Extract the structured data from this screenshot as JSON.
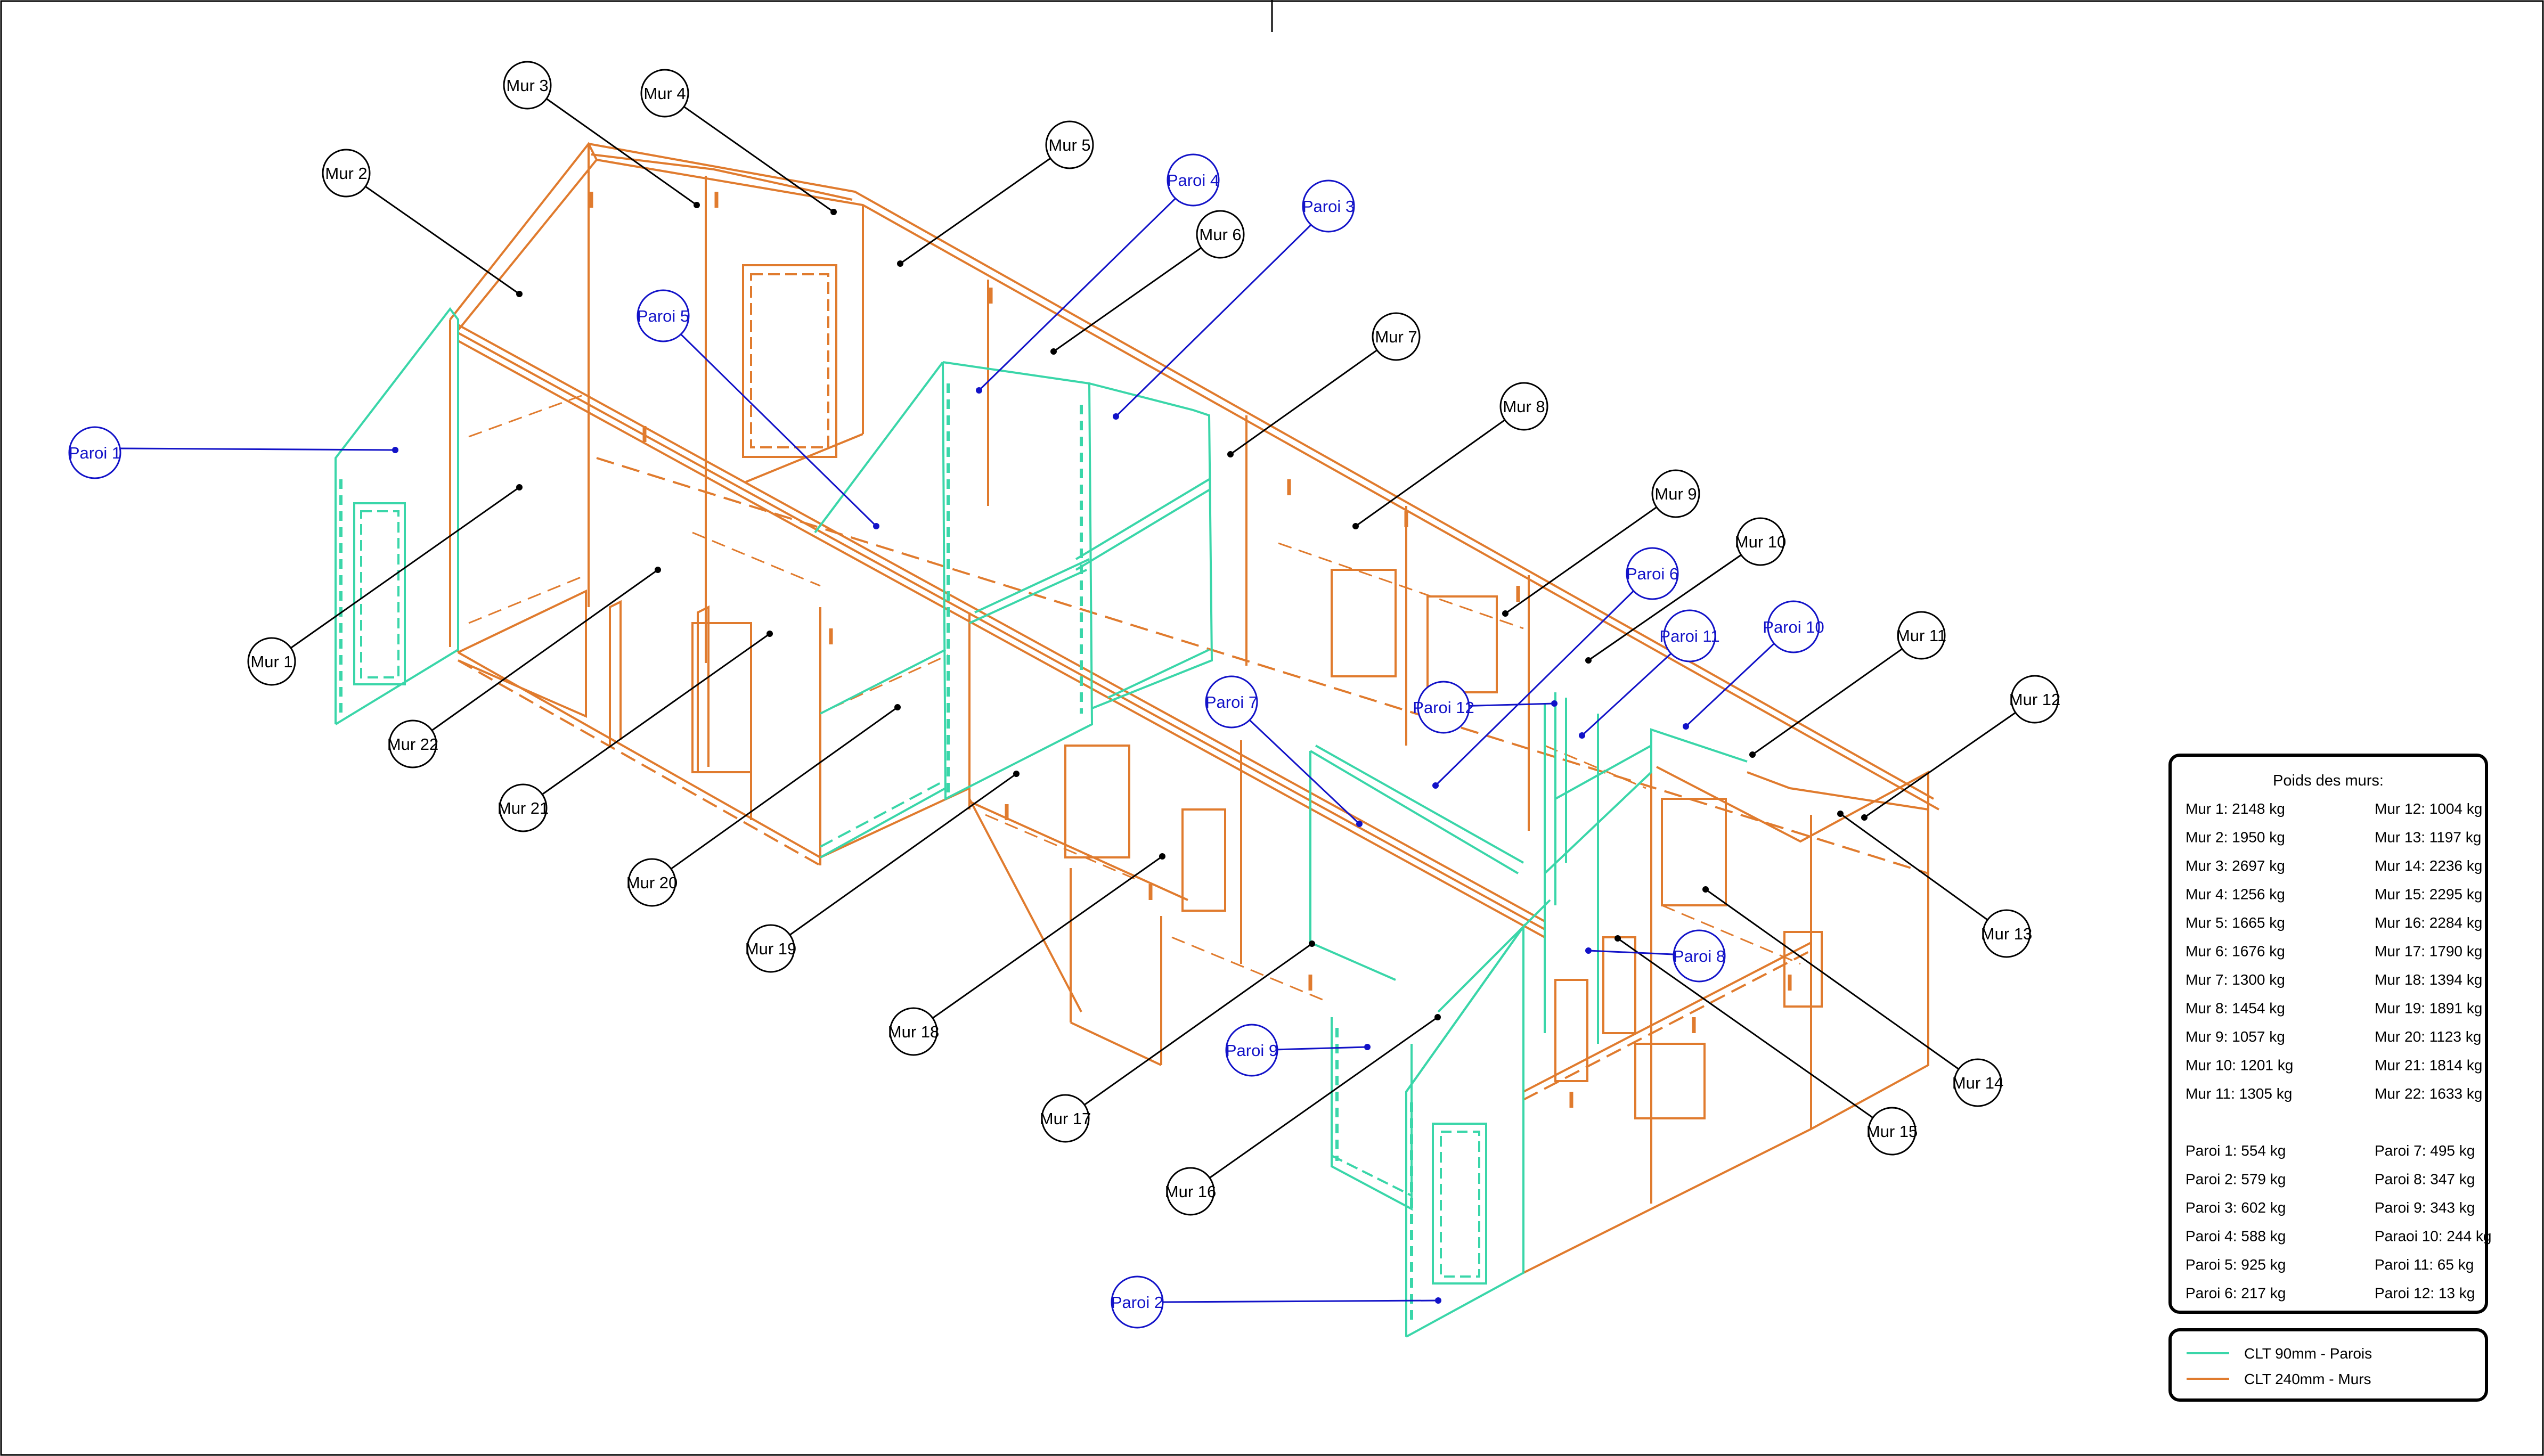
{
  "colors": {
    "wall": "#e07b2e",
    "partition": "#3ad6a9",
    "leader_wall": "#000000",
    "leader_partition": "#1212c8",
    "background": "#ffffff"
  },
  "callouts_walls": [
    "Mur 1",
    "Mur 2",
    "Mur 3",
    "Mur 4",
    "Mur 5",
    "Mur 6",
    "Mur 7",
    "Mur 8",
    "Mur 9",
    "Mur 10",
    "Mur 11",
    "Mur 12",
    "Mur 13",
    "Mur 14",
    "Mur 15",
    "Mur 16",
    "Mur 17",
    "Mur 18",
    "Mur 19",
    "Mur 20",
    "Mur 21",
    "Mur 22"
  ],
  "callouts_partitions": [
    "Paroi 1",
    "Paroi 2",
    "Paroi 3",
    "Paroi 4",
    "Paroi 5",
    "Paroi 6",
    "Paroi 7",
    "Paroi 8",
    "Paroi 9",
    "Paroi 10",
    "Paroi 11",
    "Paroi 12"
  ],
  "weights_box": {
    "title": "Poids des murs:",
    "left_rows": [
      "Mur 1: 2148 kg",
      "Mur 2: 1950 kg",
      "Mur 3: 2697 kg",
      "Mur 4: 1256 kg",
      "Mur 5: 1665 kg",
      "Mur 6: 1676 kg",
      "Mur 7: 1300 kg",
      "Mur 8: 1454 kg",
      "Mur 9: 1057 kg",
      "Mur 10: 1201 kg",
      "Mur 11: 1305 kg",
      "",
      "Paroi 1: 554 kg",
      "Paroi 2: 579 kg",
      "Paroi 3: 602 kg",
      "Paroi 4: 588 kg",
      "Paroi 5: 925 kg",
      "Paroi 6: 217 kg"
    ],
    "right_rows": [
      "Mur 12: 1004 kg",
      "Mur 13: 1197 kg",
      "Mur 14: 2236 kg",
      "Mur 15: 2295 kg",
      "Mur 16: 2284 kg",
      "Mur 17: 1790 kg",
      "Mur 18: 1394 kg",
      "Mur 19: 1891 kg",
      "Mur 20: 1123 kg",
      "Mur 21: 1814 kg",
      "Mur 22: 1633 kg",
      "",
      "Paroi 7: 495 kg",
      "Paroi 8: 347 kg",
      "Paroi 9: 343 kg",
      "Paraoi 10: 244 kg",
      "Paroi 11: 65 kg",
      "Paroi 12: 13 kg"
    ]
  },
  "legend": {
    "items": [
      {
        "label": "CLT 90mm - Parois",
        "color": "#3ad6a9"
      },
      {
        "label": "CLT 240mm - Murs",
        "color": "#e07b2e"
      }
    ]
  }
}
